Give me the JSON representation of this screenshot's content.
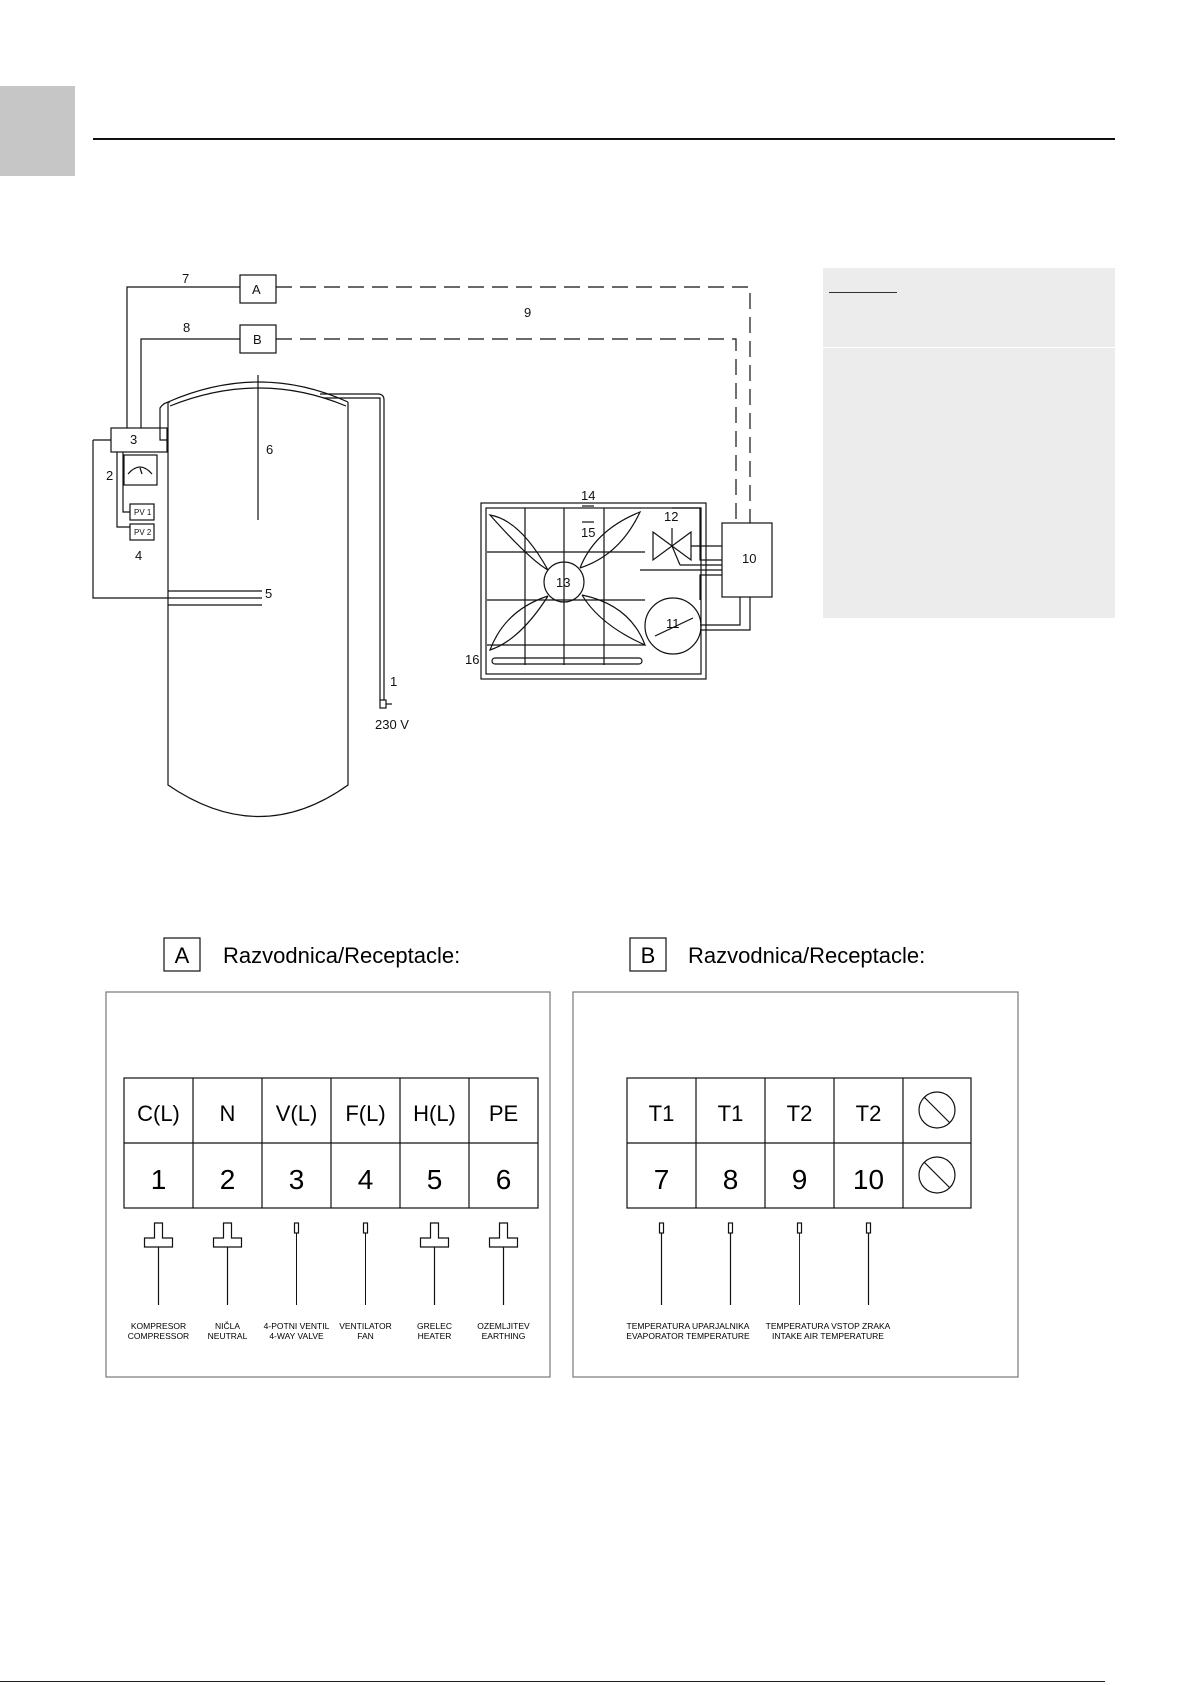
{
  "diagram": {
    "labels": {
      "n1": "1",
      "n2": "2",
      "n3": "3",
      "n4": "4",
      "n5": "5",
      "n6": "6",
      "n7": "7",
      "n8": "8",
      "n9": "9",
      "n10": "10",
      "n11": "11",
      "n12": "12",
      "n13": "13",
      "n14": "14",
      "n15": "15",
      "n16": "16",
      "boxA": "A",
      "boxB": "B",
      "pv1": "PV 1",
      "pv2": "PV 2",
      "voltage": "230 V"
    }
  },
  "legend": {
    "title": ""
  },
  "receptacle_a": {
    "letter": "A",
    "title": "Razvodnica/Receptacle:",
    "terminals": [
      {
        "code": "C(L)",
        "number": "1",
        "connector": "wide",
        "label_line1": "KOMPRESOR",
        "label_line2": "COMPRESSOR"
      },
      {
        "code": "N",
        "number": "2",
        "connector": "wide",
        "label_line1": "NIČLA",
        "label_line2": "NEUTRAL"
      },
      {
        "code": "V(L)",
        "number": "3",
        "connector": "narrow",
        "label_line1": "4-POTNI VENTIL",
        "label_line2": "4-WAY VALVE"
      },
      {
        "code": "F(L)",
        "number": "4",
        "connector": "narrow",
        "label_line1": "VENTILATOR",
        "label_line2": "FAN"
      },
      {
        "code": "H(L)",
        "number": "5",
        "connector": "wide",
        "label_line1": "GRELEC",
        "label_line2": "HEATER"
      },
      {
        "code": "PE",
        "number": "6",
        "connector": "wide",
        "label_line1": "OZEMLJITEV",
        "label_line2": "EARTHING"
      }
    ]
  },
  "receptacle_b": {
    "letter": "B",
    "title": "Razvodnica/Receptacle:",
    "terminals": [
      {
        "code": "T1",
        "number": "7"
      },
      {
        "code": "T1",
        "number": "8"
      },
      {
        "code": "T2",
        "number": "9"
      },
      {
        "code": "T2",
        "number": "10"
      }
    ],
    "blank_symbol": "no-connection-icon",
    "sensor_labels": [
      {
        "line1": "TEMPERATURA UPARJALNIKA",
        "line2": "EVAPORATOR TEMPERATURE"
      },
      {
        "line1": "TEMPERATURA VSTOP ZRAKA",
        "line2": "INTAKE AIR TEMPERATURE"
      }
    ]
  }
}
